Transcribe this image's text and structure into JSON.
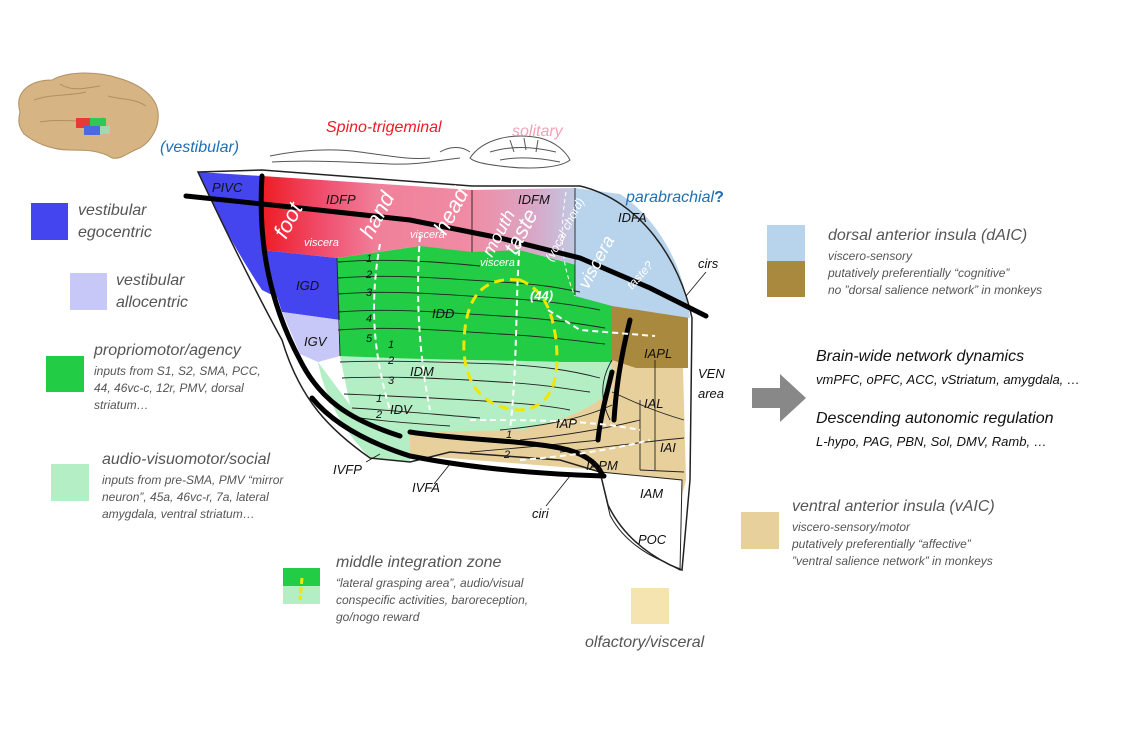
{
  "top_labels": {
    "vestibular": "(vestibular)",
    "spino": "Spino-trigeminal",
    "solitary": "solitary",
    "parabrachial": "parabrachial",
    "parabrachial_q": "?"
  },
  "regions": {
    "PIVC": "PIVC",
    "IDFP": "IDFP",
    "IDFM": "IDFM",
    "IDFA": "IDFA",
    "IGD": "IGD",
    "IGV": "IGV",
    "IDD": "IDD",
    "IDM": "IDM",
    "IDV": "IDV",
    "IAPL": "IAPL",
    "IAL": "IAL",
    "IAP": "IAP",
    "IAI": "IAI",
    "IAPM": "IAPM",
    "IAM": "IAM",
    "POC": "POC",
    "IVFP": "IVFP",
    "IVFA": "IVFA"
  },
  "map_words": {
    "foot": "foot",
    "hand": "hand",
    "head": "head",
    "mouth": "mouth",
    "taste": "taste",
    "viscera_big": "viscera",
    "vocal_chord": "(vocal chord)",
    "taste_q": "taste?",
    "viscera_1": "viscera",
    "viscera_2": "viscera",
    "viscera_3": "viscera",
    "area44": "(44)",
    "cirs": "cirs",
    "ciri": "ciri",
    "ven": "VEN",
    "ven_area": "area"
  },
  "layer_numbers": {
    "idd": [
      "1",
      "2",
      "3",
      "4",
      "5"
    ],
    "idm": [
      "1",
      "2",
      "3"
    ],
    "idv": [
      "1",
      "2"
    ],
    "iap": [
      "1",
      "2"
    ]
  },
  "legend_left": [
    {
      "title": "vestibular",
      "title2": "egocentric",
      "color": "#4545f0"
    },
    {
      "title": "vestibular",
      "title2": "allocentric",
      "color": "#c8c8f8"
    },
    {
      "title": "propriomotor/agency",
      "color": "#22cc44",
      "desc": [
        "inputs from S1, S2, SMA, PCC,",
        "44, 46vc-c, 12r, PMV, dorsal",
        "striatum…"
      ]
    },
    {
      "title": "audio-visuomotor/social",
      "color": "#b4eec4",
      "desc": [
        "inputs from pre-SMA, PMV “mirror",
        "neuron”, 45a, 46vc-r, 7a, lateral",
        "amygdala, ventral striatum…"
      ]
    }
  ],
  "legend_middle": {
    "title": "middle integration zone",
    "desc": [
      "“lateral grasping area”, audio/visual",
      "conspecific activities, baroreception,",
      "go/nogo reward"
    ],
    "color_top": "#22cc44",
    "color_bottom": "#b4eec4",
    "accent": "#f2e600"
  },
  "legend_olfactory": {
    "title": "olfactory/visceral",
    "color": "#f5e3b0"
  },
  "legend_right": [
    {
      "title": "dorsal anterior insula (dAIC)",
      "color": "#b8d4ec",
      "color2": "#a8893e",
      "desc": [
        "viscero-sensory",
        "putatively preferentially “cognitive”",
        "no ”dorsal salience network” in monkeys"
      ]
    },
    {
      "title": "ventral anterior insula (vAIC)",
      "color": "#e8d09c",
      "desc": [
        "viscero-sensory/motor",
        "putatively preferentially “affective”",
        "”ventral salience network” in monkeys"
      ]
    }
  ],
  "right_text": {
    "brain_title": "Brain-wide network dynamics",
    "brain_list": "vmPFC, oPFC, ACC, vStriatum, amygdala, …",
    "auto_title": "Descending autonomic regulation",
    "auto_list": "L-hypo, PAG, PBN, Sol, DMV, Ramb, …",
    "arrow_color": "#888888"
  },
  "colors": {
    "red": "#ee1c24",
    "pink": "#f0809a",
    "lightpink": "#f4a0b8",
    "blue_label": "#1e6fb4",
    "brown": "#a8893e",
    "tan": "#e8d09c",
    "lightblue": "#b8d4ec"
  }
}
